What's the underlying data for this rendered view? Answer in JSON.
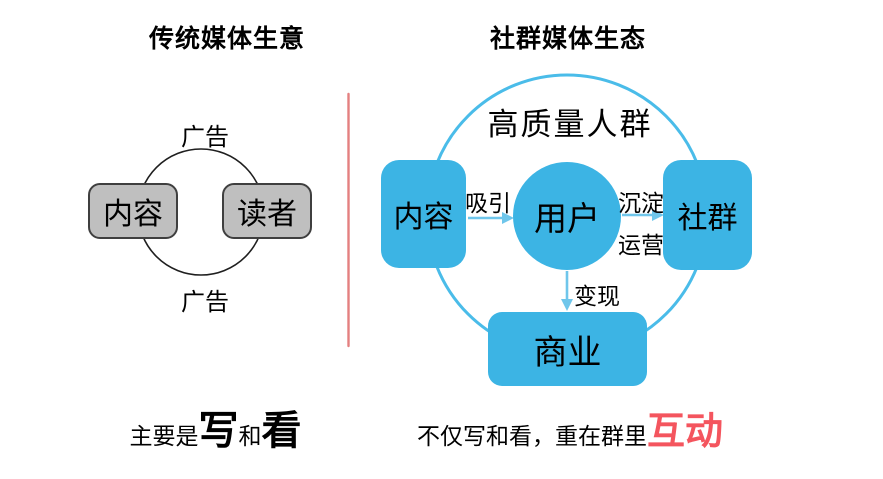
{
  "colors": {
    "blue_fill": "#3CB4E4",
    "blue_stroke": "#4ABCE9",
    "arrow_blue": "#6FC6EB",
    "gray_fill": "#BFBFBF",
    "gray_border": "#3F3F3F",
    "divider_red": "#E06A6A",
    "accent_red": "#F4555E"
  },
  "left_panel": {
    "title": "传统媒体生意",
    "ad_label_top": "广告",
    "ad_label_bottom": "广告",
    "node_content": "内容",
    "node_reader": "读者",
    "caption": {
      "prefix": "主要是",
      "emphasis_write": "写",
      "connector": "和",
      "emphasis_read": "看"
    }
  },
  "right_panel": {
    "title": "社群媒体生态",
    "ring_label": "高质量人群",
    "node_content": "内容",
    "node_user": "用户",
    "node_community": "社群",
    "node_business": "商业",
    "edge_attract": "吸引",
    "edge_settle": "沉淀",
    "edge_operate": "运营",
    "edge_monetize": "变现",
    "caption": {
      "prefix": "不仅写和看，重在群里",
      "emphasis_interact": "互动"
    }
  }
}
